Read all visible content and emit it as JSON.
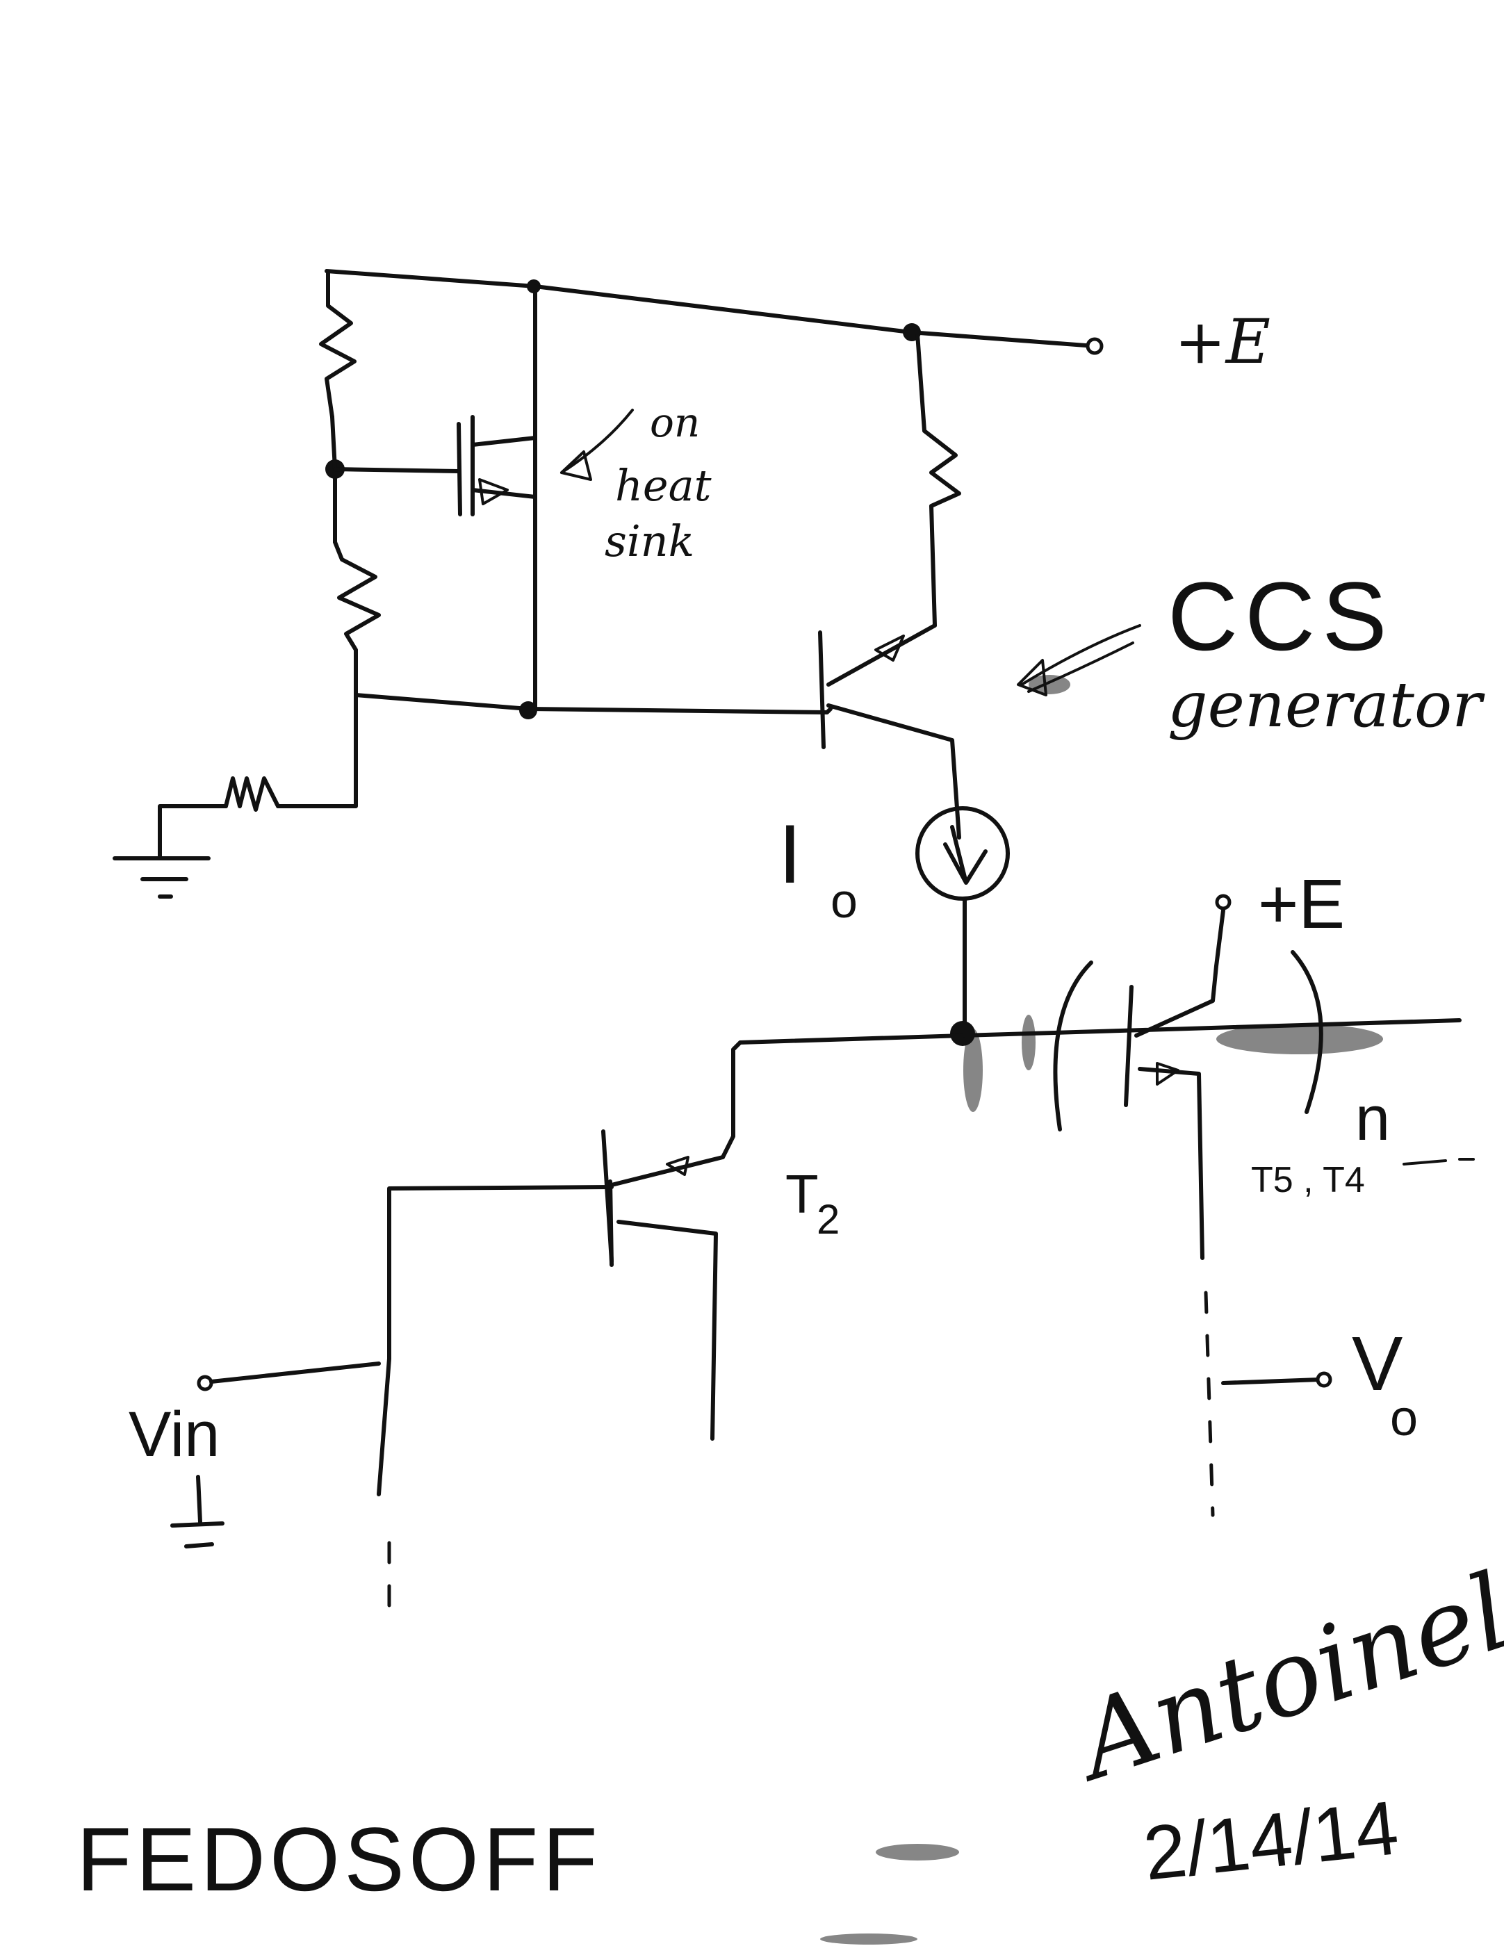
{
  "labels": {
    "supply_top": "+E",
    "heat_sink_note": "on heat sink",
    "ccs_title": "CCS",
    "ccs_subtitle": "generator",
    "current_label": "I",
    "current_subscript": "o",
    "supply_right": "+E",
    "stage_count": "n",
    "t2": "T",
    "t2_sub": "2",
    "t5_t4": "T5 , T4",
    "vin": "Vin",
    "vout": "V",
    "vout_sub": "o",
    "author_last": "FEDOSOFF",
    "signature": "Antoinel",
    "date": "2/14/14"
  },
  "colors": {
    "ink": "#111111",
    "paper": "#ffffff"
  }
}
